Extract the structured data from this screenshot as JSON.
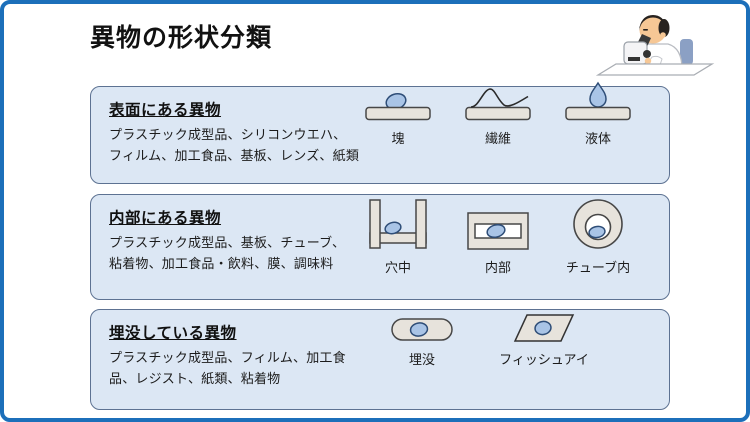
{
  "slide": {
    "title": "異物の形状分類",
    "colors": {
      "frame_blue": "#1c6fba",
      "box_bg": "#dce7f4",
      "box_border": "#5d7292",
      "slab_fill": "#e7e3dc",
      "slab_stroke": "#474747",
      "blob_fill": "#a9c4e6",
      "blob_stroke": "#2e4d77"
    },
    "illustration": "scientist-looking-into-microscope"
  },
  "sections": [
    {
      "heading": "表面にある異物",
      "description_line1": "プラスチック成型品、シリコンウエハ、",
      "description_line2": "フィルム、加工食品、基板、レンズ、紙類",
      "icons": [
        {
          "name": "lump-on-surface-icon",
          "label": "塊"
        },
        {
          "name": "fiber-on-surface-icon",
          "label": "繊維"
        },
        {
          "name": "liquid-on-surface-icon",
          "label": "液体"
        }
      ]
    },
    {
      "heading": "内部にある異物",
      "description_line1": "プラスチック成型品、基板、チューブ、",
      "description_line2": "粘着物、加工食品・飲料、膜、調味料",
      "icons": [
        {
          "name": "in-hole-icon",
          "label": "穴中"
        },
        {
          "name": "inside-layers-icon",
          "label": "内部"
        },
        {
          "name": "inside-tube-icon",
          "label": "チューブ内"
        }
      ]
    },
    {
      "heading": "埋没している異物",
      "description_line1": "プラスチック成型品、フィルム、加工食",
      "description_line2": "品、レジスト、紙類、粘着物",
      "icons": [
        {
          "name": "embedded-icon",
          "label": "埋没"
        },
        {
          "name": "fisheye-icon",
          "label": "フィッシュアイ"
        }
      ]
    }
  ]
}
